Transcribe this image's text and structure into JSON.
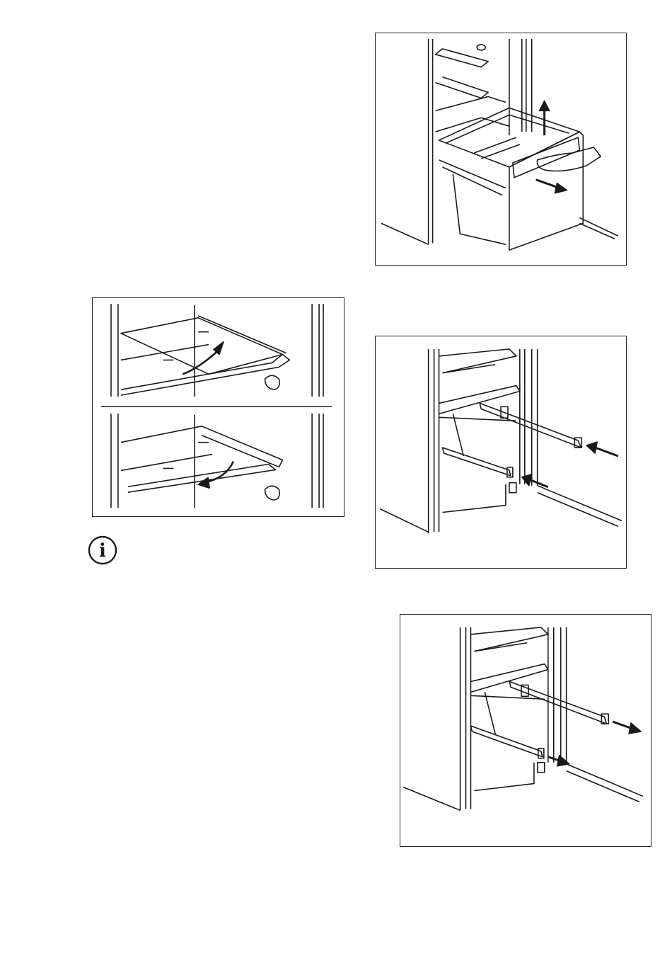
{
  "figures": [
    {
      "id": "drawer-removal",
      "icon": "drawer-pull-out-illustration"
    },
    {
      "id": "shelf-tilt",
      "icon": "shelf-flip-illustration"
    },
    {
      "id": "rails-insert",
      "icon": "rails-push-in-illustration"
    },
    {
      "id": "rails-extend",
      "icon": "rails-pull-out-illustration"
    }
  ],
  "info": {
    "icon": "info-icon",
    "glyph": "i"
  },
  "colors": {
    "line": "#1a1a1a",
    "background": "#ffffff"
  }
}
